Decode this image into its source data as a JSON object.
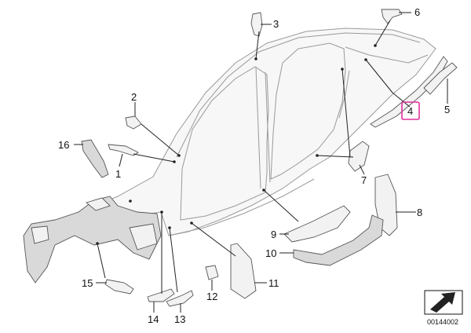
{
  "diagram": {
    "callouts": [
      {
        "id": "1",
        "label": "1"
      },
      {
        "id": "2",
        "label": "2"
      },
      {
        "id": "3",
        "label": "3"
      },
      {
        "id": "4",
        "label": "4",
        "highlighted": true
      },
      {
        "id": "5",
        "label": "5"
      },
      {
        "id": "6",
        "label": "6"
      },
      {
        "id": "7",
        "label": "7"
      },
      {
        "id": "8",
        "label": "8"
      },
      {
        "id": "9",
        "label": "9"
      },
      {
        "id": "10",
        "label": "10"
      },
      {
        "id": "11",
        "label": "11"
      },
      {
        "id": "12",
        "label": "12"
      },
      {
        "id": "13",
        "label": "13"
      },
      {
        "id": "14",
        "label": "14"
      },
      {
        "id": "15",
        "label": "15"
      },
      {
        "id": "16",
        "label": "16"
      }
    ],
    "diagram_code": "00144002",
    "highlight_color": "#e0309a",
    "nav_icon": "forward-arrow-icon"
  }
}
